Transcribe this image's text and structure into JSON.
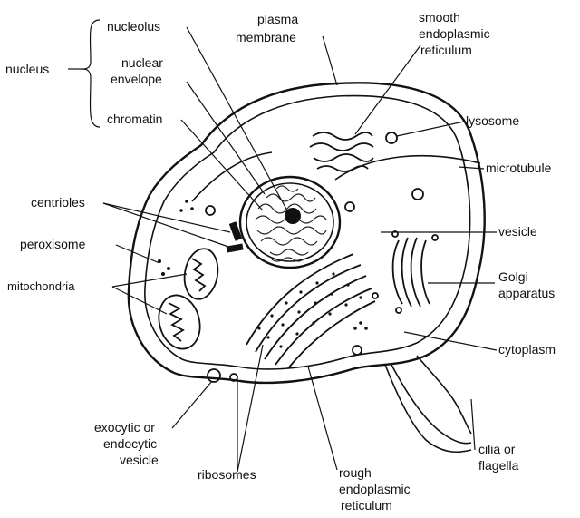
{
  "labels": {
    "nucleus": "nucleus",
    "nucleolus": "nucleolus",
    "nuclear_envelope_1": "nuclear",
    "nuclear_envelope_2": "envelope",
    "chromatin": "chromatin",
    "plasma_membrane_1": "plasma",
    "plasma_membrane_2": "membrane",
    "smooth_er_1": "smooth",
    "smooth_er_2": "endoplasmic",
    "smooth_er_3": "reticulum",
    "lysosome": "lysosome",
    "microtubule": "microtubule",
    "centrioles": "centrioles",
    "vesicle": "vesicle",
    "peroxisome": "peroxisome",
    "mitochondria": "mitochondria",
    "golgi_1": "Golgi",
    "golgi_2": "apparatus",
    "cytoplasm": "cytoplasm",
    "exocytic_1": "exocytic or",
    "exocytic_2": "endocytic",
    "exocytic_3": "vesicle",
    "ribosomes": "ribosomes",
    "rough_er_1": "rough",
    "rough_er_2": "endoplasmic",
    "rough_er_3": "reticulum",
    "cilia_1": "cilia or",
    "cilia_2": "flagella"
  }
}
